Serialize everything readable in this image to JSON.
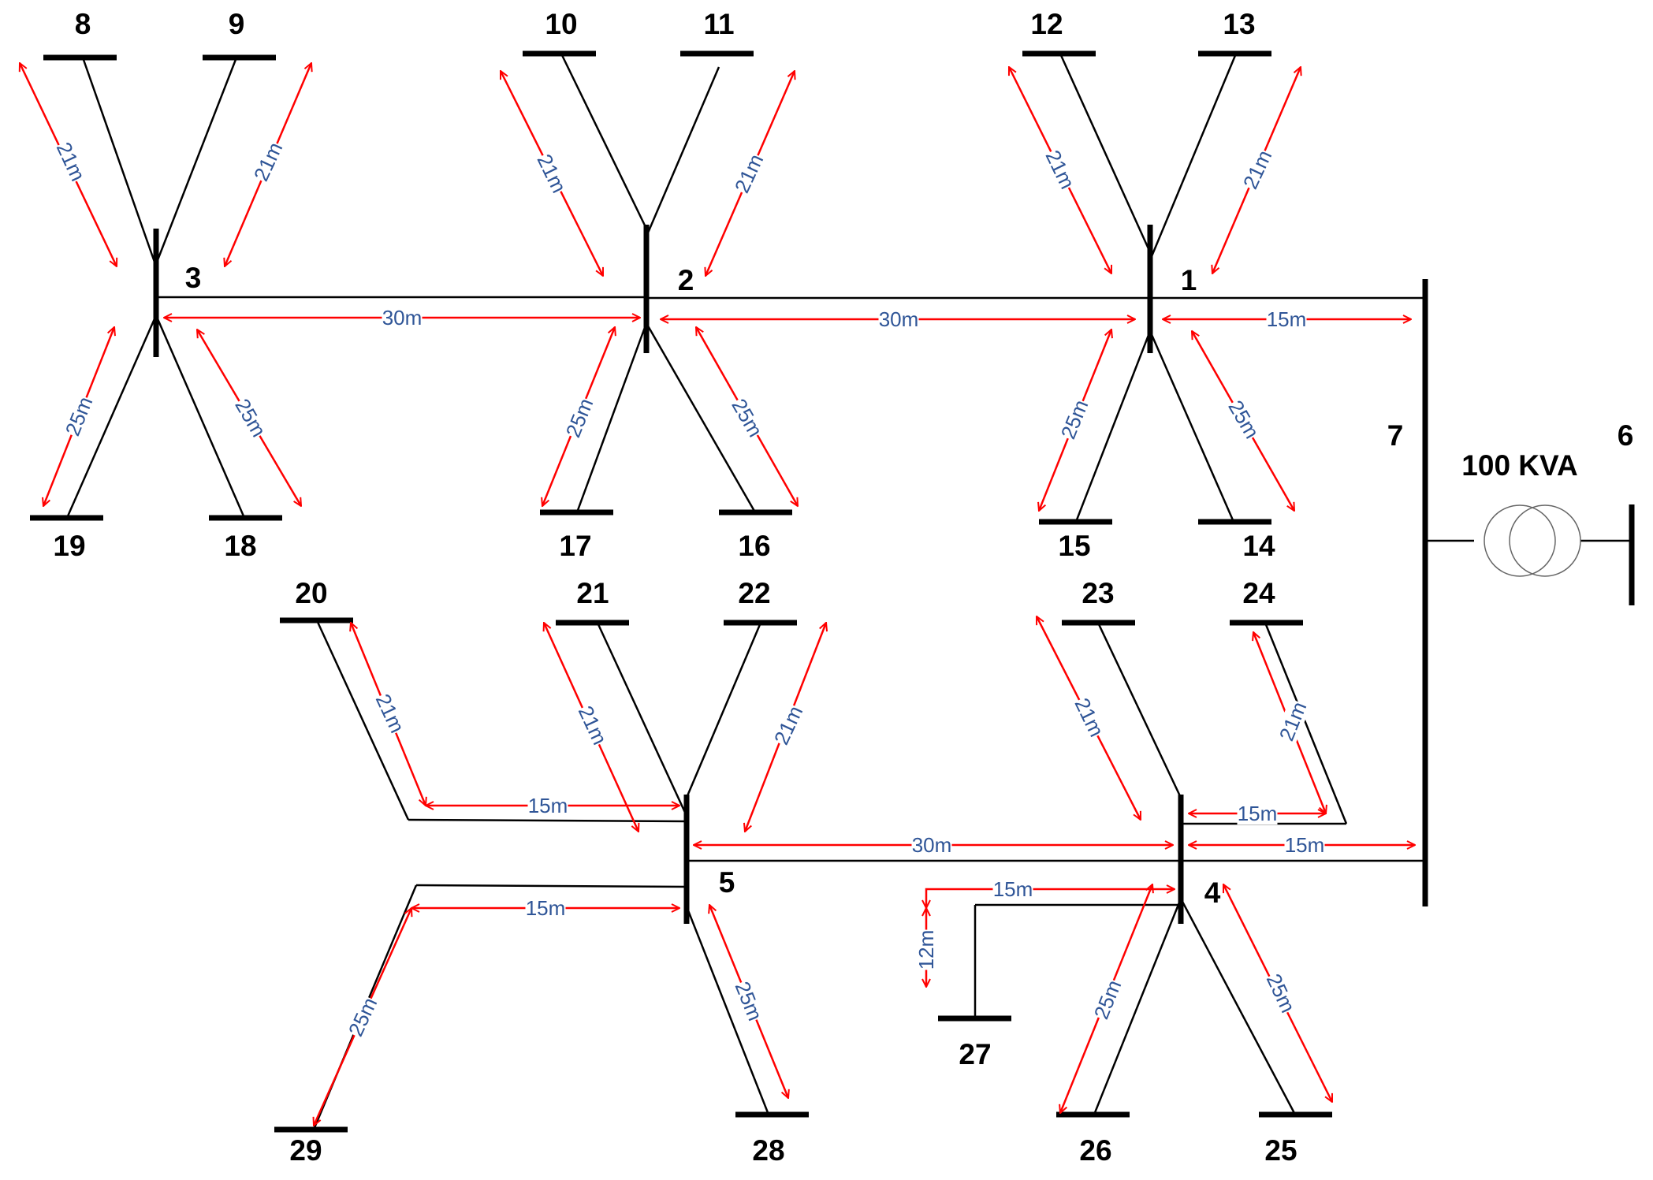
{
  "colors": {
    "line": "#000000",
    "dimension": "#ff0000",
    "dimension_text": "#2f5597",
    "transformer": "#666666"
  },
  "transformer": {
    "rating_label": "100 KVA",
    "icon": "transformer-icon"
  },
  "nodes": [
    {
      "id": "1",
      "label": "1"
    },
    {
      "id": "2",
      "label": "2"
    },
    {
      "id": "3",
      "label": "3"
    },
    {
      "id": "4",
      "label": "4"
    },
    {
      "id": "5",
      "label": "5"
    },
    {
      "id": "6",
      "label": "6"
    },
    {
      "id": "7",
      "label": "7"
    },
    {
      "id": "8",
      "label": "8"
    },
    {
      "id": "9",
      "label": "9"
    },
    {
      "id": "10",
      "label": "10"
    },
    {
      "id": "11",
      "label": "11"
    },
    {
      "id": "12",
      "label": "12"
    },
    {
      "id": "13",
      "label": "13"
    },
    {
      "id": "14",
      "label": "14"
    },
    {
      "id": "15",
      "label": "15"
    },
    {
      "id": "16",
      "label": "16"
    },
    {
      "id": "17",
      "label": "17"
    },
    {
      "id": "18",
      "label": "18"
    },
    {
      "id": "19",
      "label": "19"
    },
    {
      "id": "20",
      "label": "20"
    },
    {
      "id": "21",
      "label": "21"
    },
    {
      "id": "22",
      "label": "22"
    },
    {
      "id": "23",
      "label": "23"
    },
    {
      "id": "24",
      "label": "24"
    },
    {
      "id": "25",
      "label": "25"
    },
    {
      "id": "26",
      "label": "26"
    },
    {
      "id": "27",
      "label": "27"
    },
    {
      "id": "28",
      "label": "28"
    },
    {
      "id": "29",
      "label": "29"
    }
  ],
  "distances": [
    {
      "id": "3-8",
      "text": "21m"
    },
    {
      "id": "3-9",
      "text": "21m"
    },
    {
      "id": "3-19",
      "text": "25m"
    },
    {
      "id": "3-18",
      "text": "25m"
    },
    {
      "id": "3-2",
      "text": "30m"
    },
    {
      "id": "2-10",
      "text": "21m"
    },
    {
      "id": "2-11",
      "text": "21m"
    },
    {
      "id": "2-17",
      "text": "25m"
    },
    {
      "id": "2-16",
      "text": "25m"
    },
    {
      "id": "2-1",
      "text": "30m"
    },
    {
      "id": "1-12",
      "text": "21m"
    },
    {
      "id": "1-13",
      "text": "21m"
    },
    {
      "id": "1-15",
      "text": "25m"
    },
    {
      "id": "1-14",
      "text": "25m"
    },
    {
      "id": "1-7",
      "text": "15m"
    },
    {
      "id": "5-20-a",
      "text": "21m"
    },
    {
      "id": "5-20-b",
      "text": "15m"
    },
    {
      "id": "5-21",
      "text": "21m"
    },
    {
      "id": "5-22",
      "text": "21m"
    },
    {
      "id": "5-4",
      "text": "30m"
    },
    {
      "id": "5-29-a",
      "text": "15m"
    },
    {
      "id": "5-29-b",
      "text": "25m"
    },
    {
      "id": "5-28",
      "text": "25m"
    },
    {
      "id": "4-23",
      "text": "21m"
    },
    {
      "id": "4-24-a",
      "text": "21m"
    },
    {
      "id": "4-24-b",
      "text": "15m"
    },
    {
      "id": "4-7",
      "text": "15m"
    },
    {
      "id": "4-27-a",
      "text": "15m"
    },
    {
      "id": "4-27-b",
      "text": "12m"
    },
    {
      "id": "4-26",
      "text": "25m"
    },
    {
      "id": "4-25",
      "text": "25m"
    }
  ]
}
